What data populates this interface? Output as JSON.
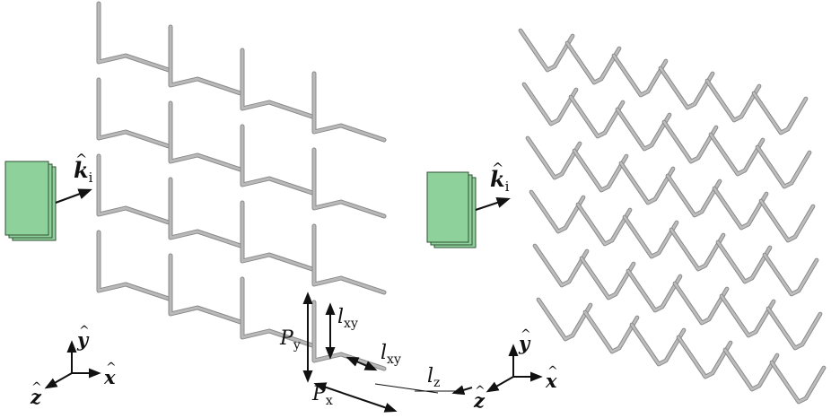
{
  "figure": {
    "background": "#ffffff",
    "colors": {
      "wire_left": "#b9b9b9",
      "wire_left_dark": "#8a8a8a",
      "wire_right": "#bdbdbd",
      "wire_right_dark": "#8c8c8c",
      "plane_wave_fill": "#8fd19a",
      "plane_wave_stroke": "#2f4f35",
      "arrow": "#111111"
    },
    "left_panel": {
      "rows": 4,
      "cols": 4,
      "incident_label": {
        "symbol": "k",
        "subscript": "i"
      },
      "axes": {
        "y": "y",
        "x": "x",
        "z": "z"
      },
      "dimensions": {
        "period_y": {
          "symbol": "P",
          "subscript": "y"
        },
        "period_x": {
          "symbol": "P",
          "subscript": "x"
        },
        "arm_vertical": {
          "symbol": "l",
          "subscript": "xy"
        },
        "arm_horizontal": {
          "symbol": "l",
          "subscript": "xy"
        },
        "arm_z": {
          "symbol": "l",
          "subscript": "z"
        }
      }
    },
    "right_panel": {
      "rows": 6,
      "cols": 6,
      "incident_label": {
        "symbol": "k",
        "subscript": "i"
      },
      "axes": {
        "y": "y",
        "x": "x",
        "z": "z"
      }
    }
  }
}
